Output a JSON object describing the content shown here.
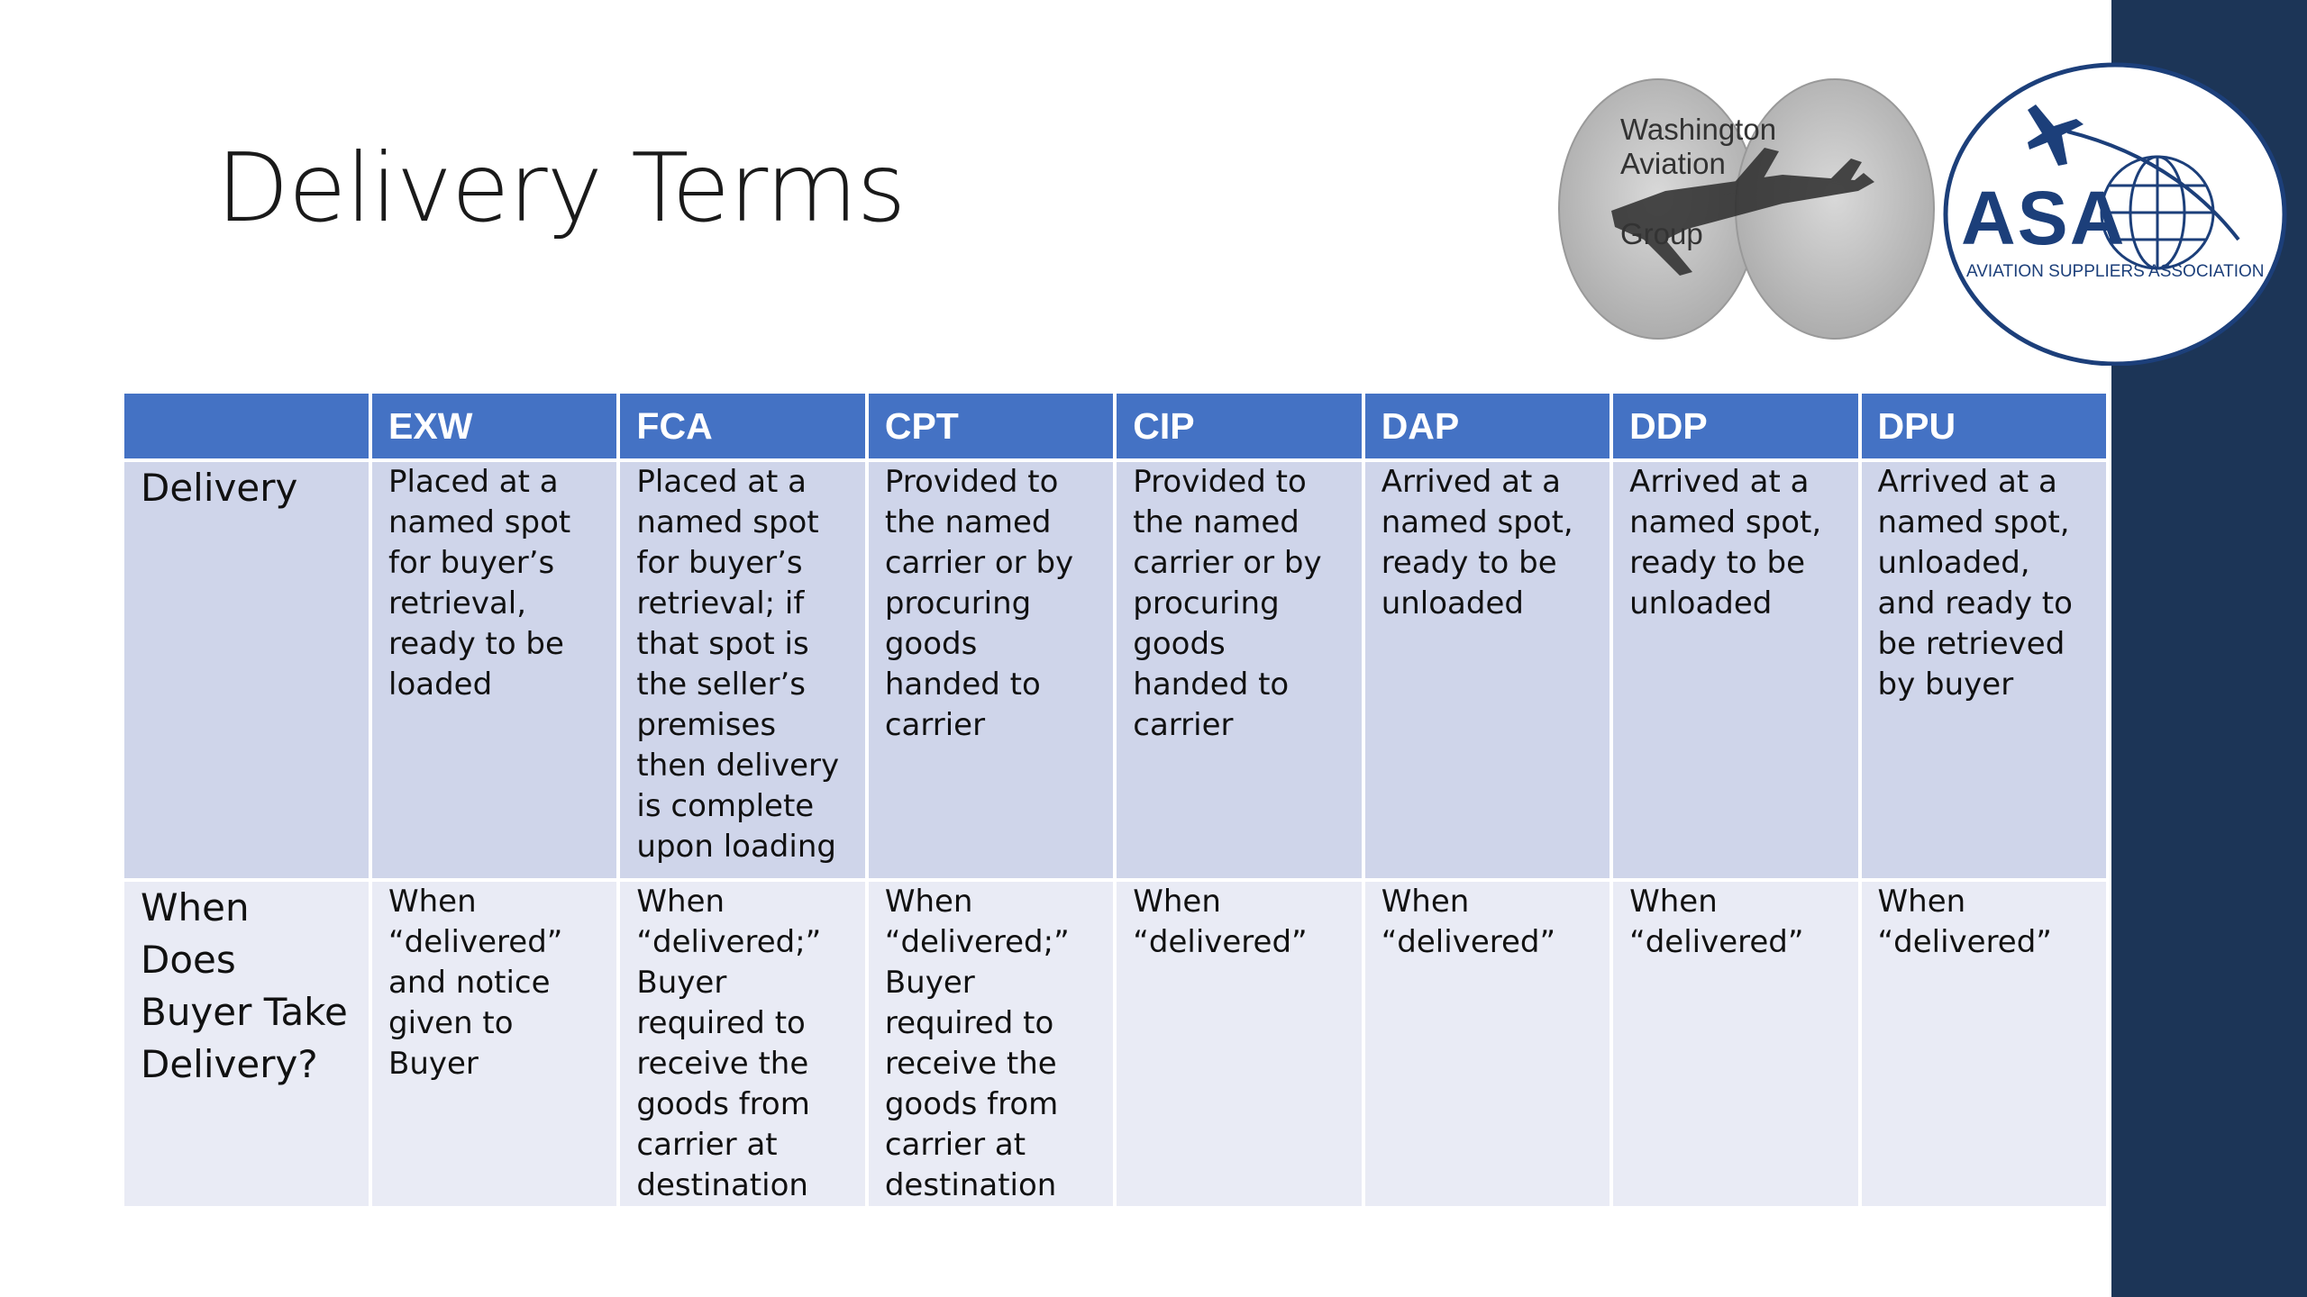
{
  "title": "Delivery Terms",
  "logos": {
    "wag": {
      "line1": "Washington",
      "line2": "Aviation",
      "line3": "Group"
    },
    "asa": {
      "mark": "ASA",
      "tagline": "AVIATION SUPPLIERS ASSOCIATION"
    }
  },
  "table": {
    "corner": "",
    "columns": [
      "EXW",
      "FCA",
      "CPT",
      "CIP",
      "DAP",
      "DDP",
      "DPU"
    ],
    "rows": [
      {
        "label": "Delivery",
        "cells": [
          "Placed at a named spot for buyer’s retrieval, ready to be loaded",
          "Placed at a named spot for buyer’s retrieval; if that spot is the seller’s premises then delivery is complete upon loading",
          "Provided to the named carrier or by procuring goods handed to carrier",
          "Provided to the named carrier or by procuring goods handed to carrier",
          "Arrived at a named spot, ready to be unloaded",
          "Arrived at a named spot, ready to be unloaded",
          "Arrived at a named spot, unloaded, and ready to be retrieved by buyer"
        ]
      },
      {
        "label": "When Does Buyer Take Delivery?",
        "cells": [
          "When “delivered” and notice given to Buyer",
          "When “delivered;” Buyer required to receive the goods from carrier at destination",
          "When “delivered;” Buyer required to receive the goods from carrier at destination",
          "When “delivered”",
          "When “delivered”",
          "When “delivered”",
          "When “delivered”"
        ]
      }
    ]
  },
  "colors": {
    "header_fill": "#4472c4",
    "row1_fill": "#cfd5ea",
    "row2_fill": "#e9ebf5",
    "side_band": "#1c3557",
    "asa_blue": "#1c3f7a"
  }
}
